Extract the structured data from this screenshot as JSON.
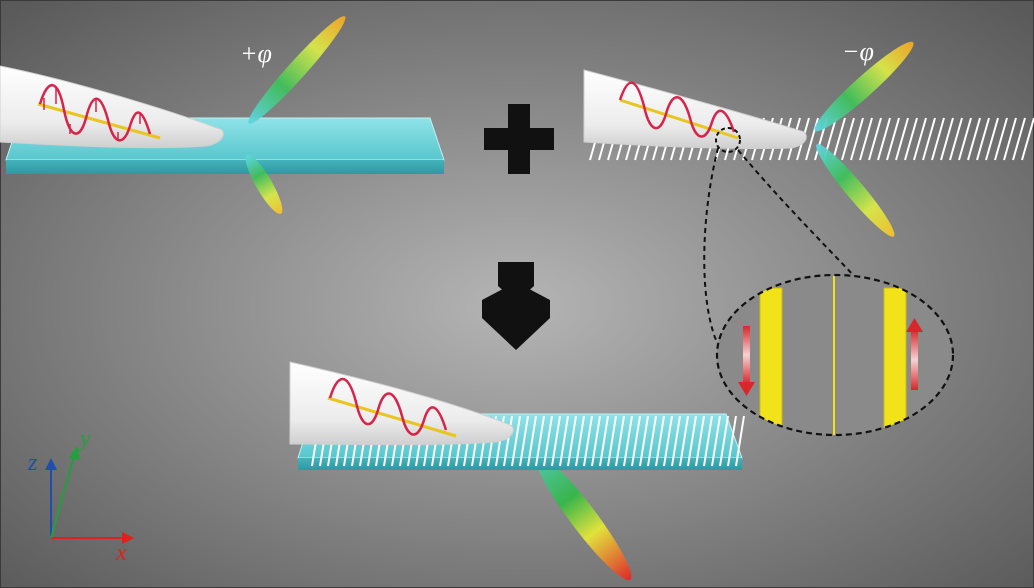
{
  "labels": {
    "plus_phi": "+φ",
    "minus_phi": "−φ"
  },
  "axes": {
    "x": "x",
    "y": "y",
    "z": "z"
  },
  "colors": {
    "background_center": "#b4b4b4",
    "background_edge": "#5c5c5c",
    "waveguide": "#5fd0d6",
    "fiber": "#f2f2f2",
    "wave": "#d8234a",
    "strip": "#f2e21a",
    "arrow_red": "#d8262a",
    "axis_x": "#e0201b",
    "axis_y": "#1fa23b",
    "axis_z": "#1f4fa8"
  },
  "icons": {
    "plus": "plus-icon",
    "down_arrow": "down-arrow-icon"
  }
}
